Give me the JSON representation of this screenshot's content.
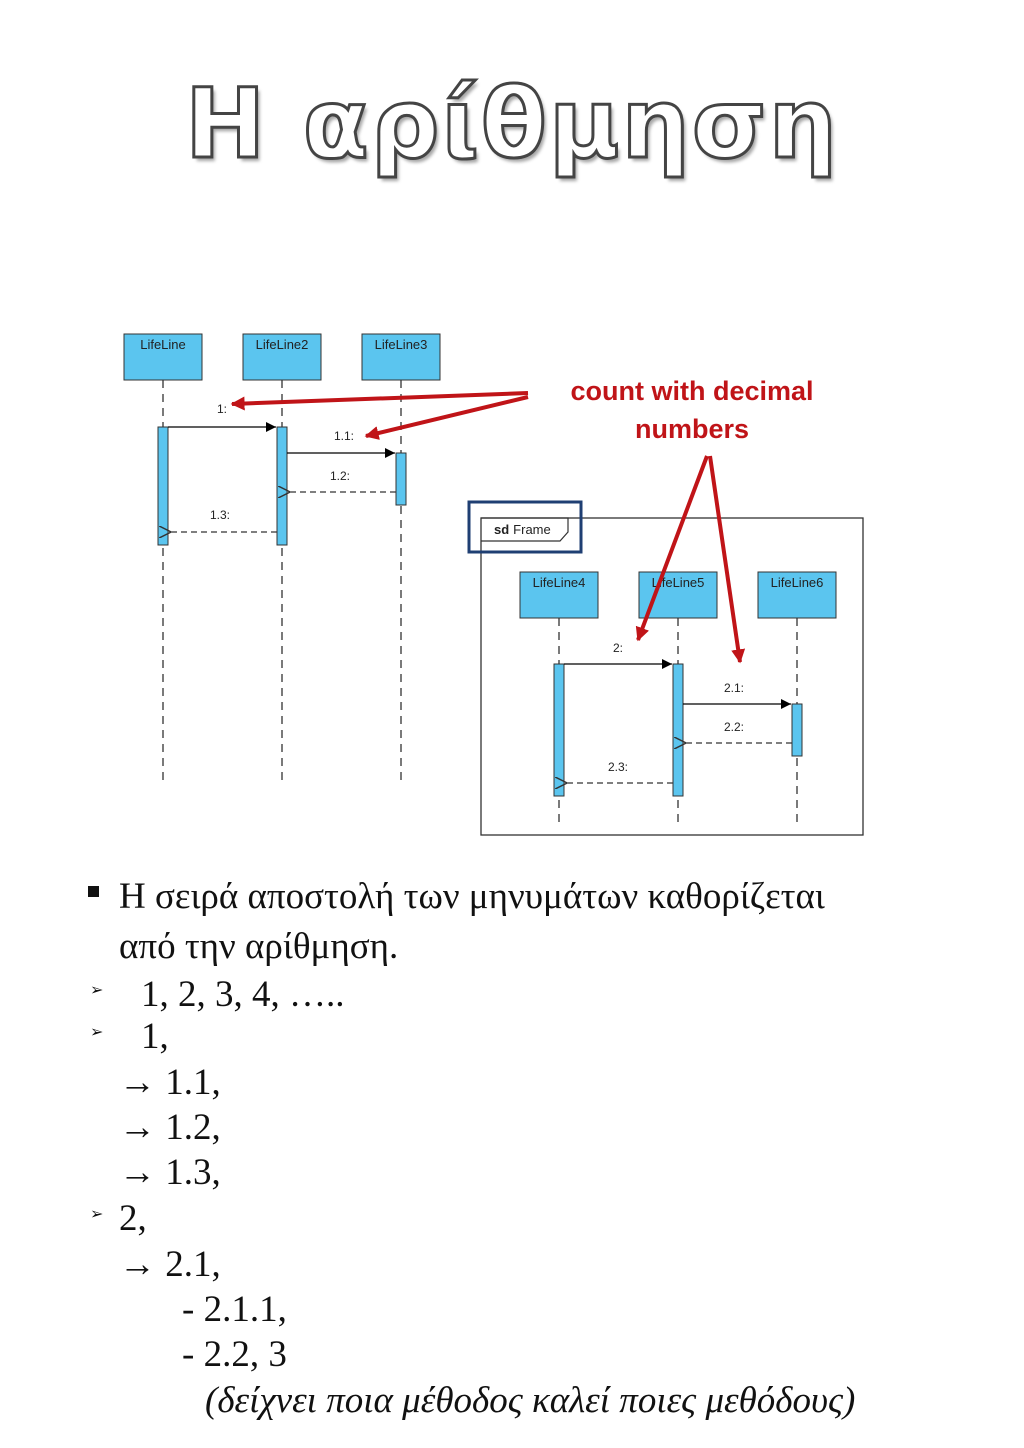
{
  "title": "Η αρίθμηση",
  "diagram": {
    "lifelines_top": [
      "LifeLine",
      "LifeLine2",
      "LifeLine3"
    ],
    "lifelines_frame": [
      "LifeLine4",
      "LifeLine5",
      "LifeLine6"
    ],
    "messages_top": [
      "1:",
      "1.1:",
      "1.2:",
      "1.3:"
    ],
    "messages_frame": [
      "2:",
      "2.1:",
      "2.2:",
      "2.3:"
    ],
    "frame_label_bold": "sd",
    "frame_label": "Frame",
    "callout_line1": "count with decimal",
    "callout_line2": "numbers",
    "colors": {
      "lifeline_fill": "#5bc5ef",
      "callout": "#c01418",
      "highlight_box": "#1f3f73"
    }
  },
  "bullets": {
    "main_line1": "Η σειρά αποστολή των μηνυμάτων καθορίζεται",
    "main_line2": "από την αρίθμηση.",
    "ex1": "1, 2, 3, 4, …..",
    "ex2": "1,",
    "ex2_sub1": "→ 1.1,",
    "ex2_sub2": "→ 1.2,",
    "ex2_sub3": "→ 1.3,",
    "ex3": "2,",
    "ex3_sub1": "→ 2.1,",
    "ex3_sub1_a": "- 2.1.1,",
    "ex3_sub1_b": "- 2.2, 3",
    "note": "(δείχνει ποια μέθοδος καλεί ποιες μεθόδους)",
    "arrow_bullet_icon": "chevron-right-icon"
  }
}
